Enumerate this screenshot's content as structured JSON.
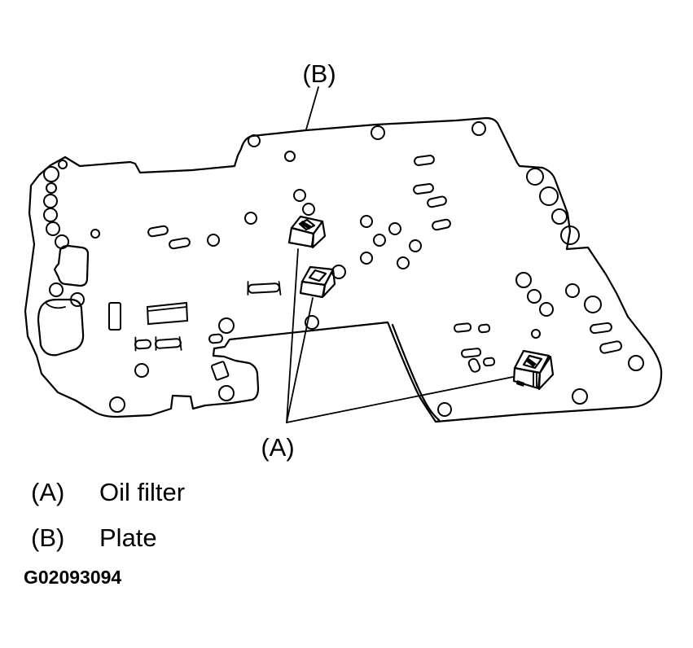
{
  "figure": {
    "callouts": {
      "a": "(A)",
      "b": "(B)"
    },
    "legend": [
      {
        "key": "(A)",
        "label": "Oil filter"
      },
      {
        "key": "(B)",
        "label": "Plate"
      }
    ],
    "figure_id": "G02093094"
  },
  "colors": {
    "line": "#000000",
    "background": "#ffffff"
  }
}
